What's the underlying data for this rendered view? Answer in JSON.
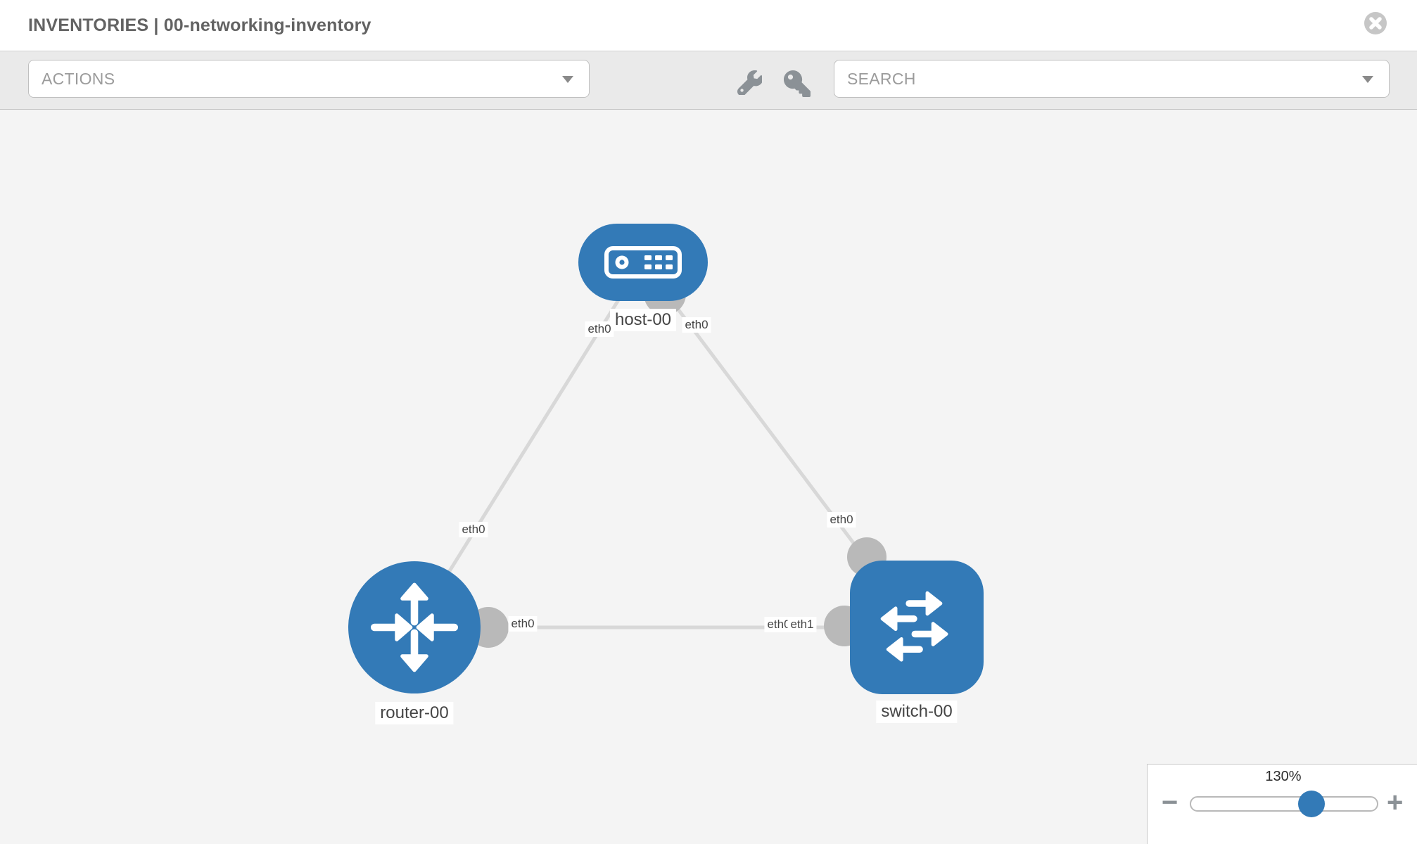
{
  "header": {
    "title": "INVENTORIES | 00-networking-inventory",
    "close_icon": "circle-x-icon"
  },
  "toolbar": {
    "actions_label": "ACTIONS",
    "search_placeholder": "SEARCH",
    "icons": [
      "wrench-icon",
      "key-icon"
    ]
  },
  "nodes": {
    "host": {
      "label": "host-00",
      "type": "host"
    },
    "router": {
      "label": "router-00",
      "type": "router"
    },
    "switch": {
      "label": "switch-00",
      "type": "switch"
    }
  },
  "interfaces": {
    "host_left": "eth0",
    "host_right": "eth0",
    "router_uplink": "eth0",
    "switch_uplink": "eth0",
    "router_right": "eth0",
    "switch_left_hidden": "eth0",
    "switch_left": "eth1"
  },
  "links": [
    {
      "from": "host-00",
      "to": "router-00",
      "from_if": "eth0",
      "to_if": "eth0"
    },
    {
      "from": "host-00",
      "to": "switch-00",
      "from_if": "eth0",
      "to_if": "eth0"
    },
    {
      "from": "router-00",
      "to": "switch-00",
      "from_if": "eth0",
      "to_if": "eth1"
    }
  ],
  "zoom": {
    "value": "130%",
    "minus": "−",
    "plus": "+"
  },
  "colors": {
    "node_blue": "#337ab7",
    "link_gray": "#d8d8d8",
    "port_gray": "#b9b9b9",
    "toolbar_gray": "#eaeaea",
    "canvas_gray": "#f4f4f4"
  }
}
